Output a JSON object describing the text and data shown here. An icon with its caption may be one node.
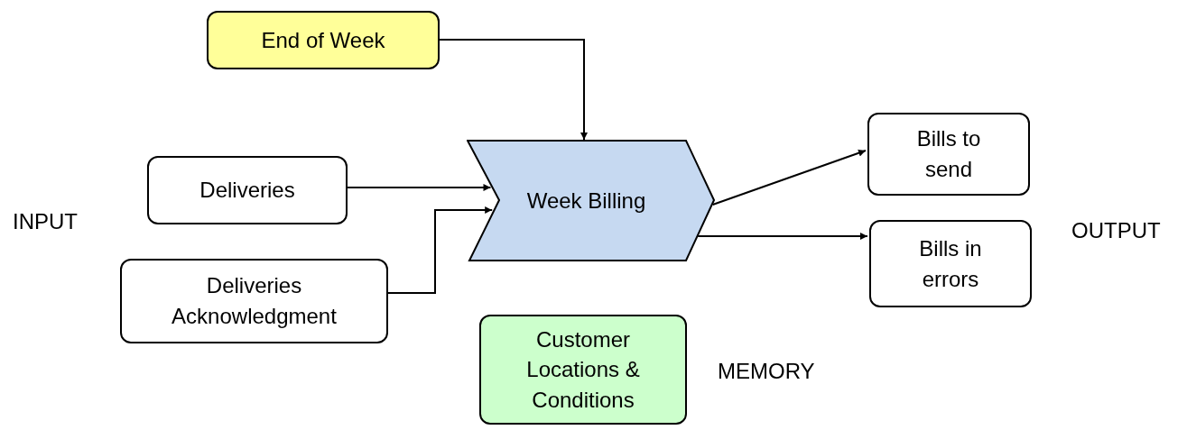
{
  "diagram": {
    "nodes": [
      {
        "text": [
          "End of Week"
        ]
      },
      {
        "text": [
          "Deliveries"
        ]
      },
      {
        "text": [
          "Deliveries Acknowledgment"
        ]
      },
      {
        "text": [
          "Week Billing"
        ]
      },
      {
        "text": [
          "Bills to send"
        ]
      },
      {
        "text": [
          "Bills in errors"
        ]
      },
      {
        "text": [
          "Customer Locations & Conditions"
        ]
      }
    ],
    "edges": [
      {
        "from": 0,
        "to": 3,
        "arrow": "to"
      },
      {
        "from": 1,
        "to": 3,
        "arrow": "to"
      },
      {
        "from": 2,
        "to": 3,
        "arrow": "to"
      },
      {
        "from": 3,
        "to": 4,
        "arrow": "to"
      },
      {
        "from": 3,
        "to": 5,
        "arrow": "to"
      }
    ],
    "labels": [
      "INPUT",
      "OUTPUT",
      "MEMORY"
    ]
  }
}
